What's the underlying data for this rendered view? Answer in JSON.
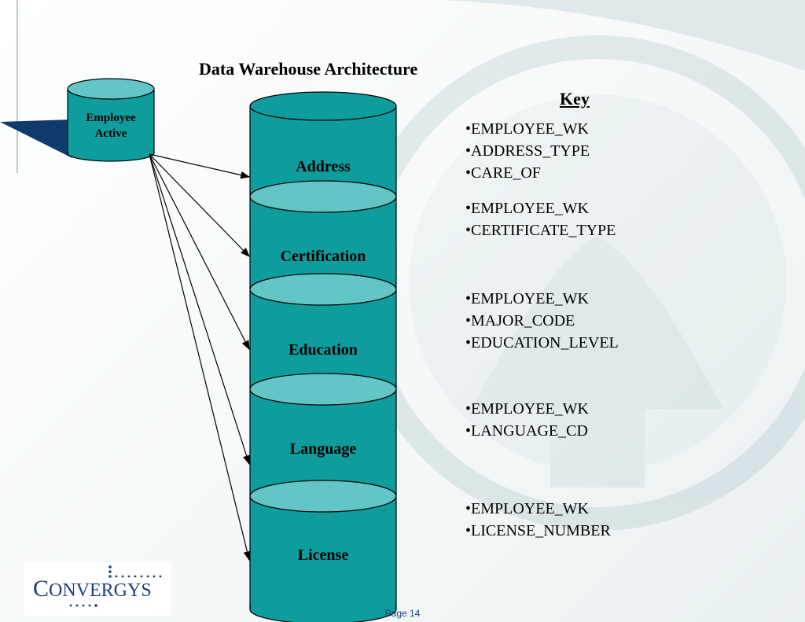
{
  "title": "Data Warehouse Architecture",
  "source": {
    "line1": "Employee",
    "line2": "Active"
  },
  "segments": [
    "Address",
    "Certification",
    "Education",
    "Language",
    "License"
  ],
  "key": {
    "heading": "Key",
    "groups": [
      [
        "EMPLOYEE_WK",
        "ADDRESS_TYPE",
        "CARE_OF"
      ],
      [
        "EMPLOYEE_WK",
        "CERTIFICATE_TYPE"
      ],
      [
        "EMPLOYEE_WK",
        "MAJOR_CODE",
        "EDUCATION_LEVEL"
      ],
      [
        "EMPLOYEE_WK",
        "LANGUAGE_CD"
      ],
      [
        "EMPLOYEE_WK",
        "LICENSE_NUMBER"
      ]
    ]
  },
  "logo": {
    "first": "C",
    "rest": "ONVERGYS"
  },
  "footer": {
    "page": "Page 14"
  },
  "colors": {
    "cylinder": "#0e9c9c",
    "cylinder_top": "#62c6c6",
    "source_blue": "#0f3a6b",
    "logo": "#1f3f7a"
  }
}
